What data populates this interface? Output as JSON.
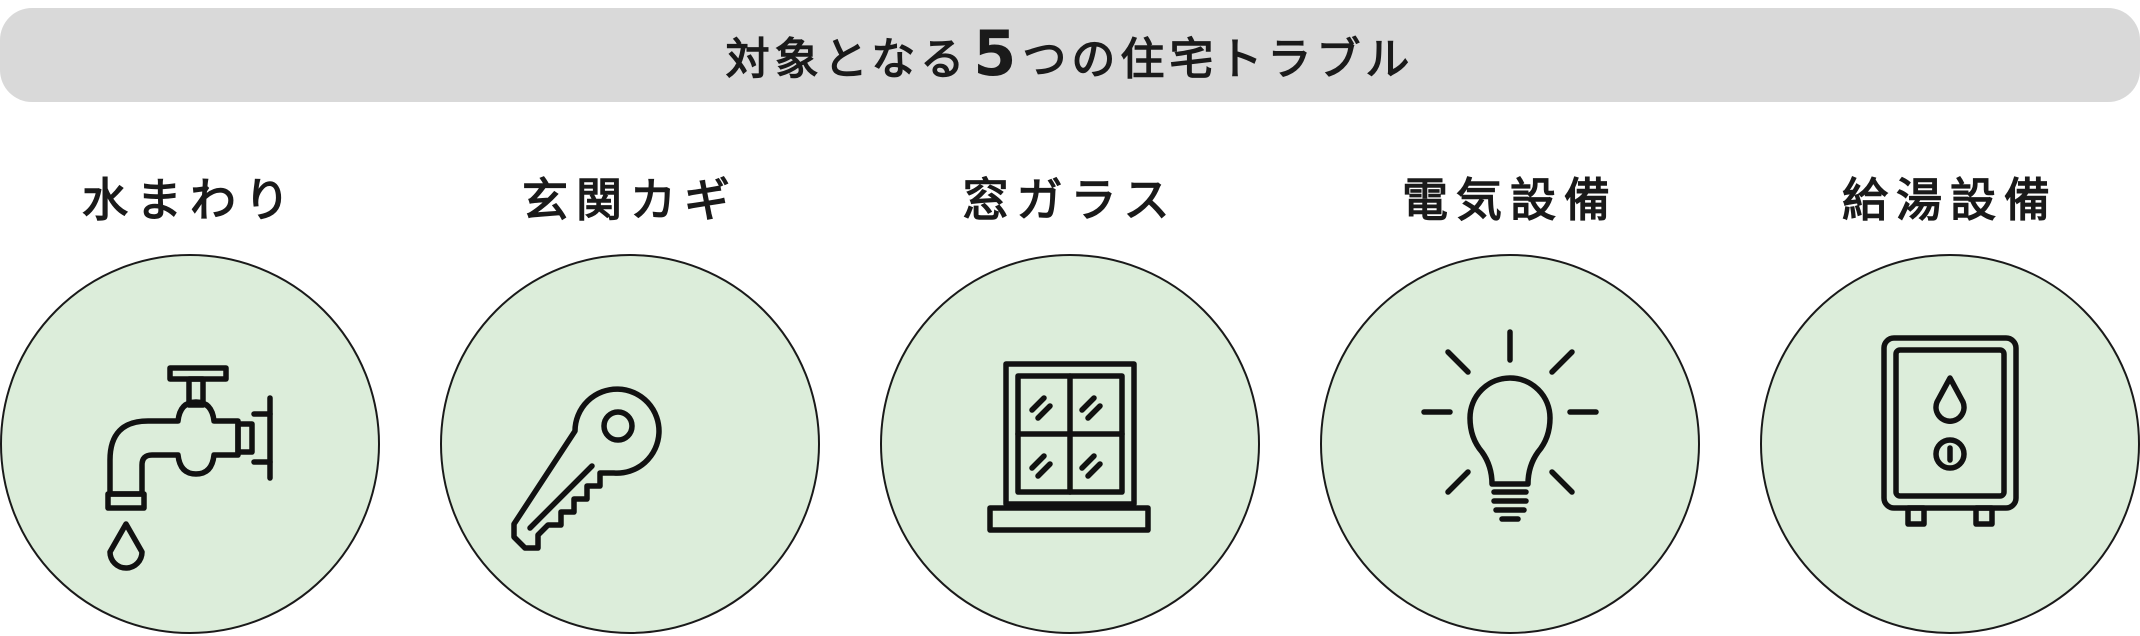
{
  "title": {
    "prefix": "対象となる",
    "number": "5",
    "suffix": "つの住宅トラブル"
  },
  "items": [
    {
      "label": "水まわり",
      "icon": "faucet-icon"
    },
    {
      "label": "玄関カギ",
      "icon": "key-icon"
    },
    {
      "label": "窓ガラス",
      "icon": "window-icon"
    },
    {
      "label": "電気設備",
      "icon": "lightbulb-icon"
    },
    {
      "label": "給湯設備",
      "icon": "water-heater-icon"
    }
  ],
  "colors": {
    "banner": "#d9d9d9",
    "circle": "#dcedda",
    "stroke": "#111111"
  }
}
